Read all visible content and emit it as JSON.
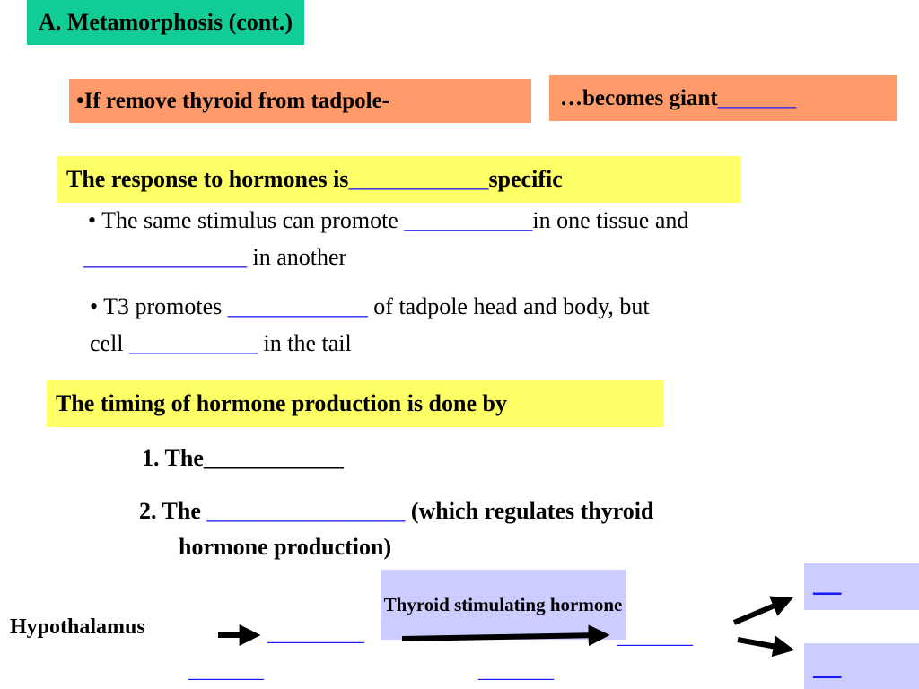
{
  "title": "A. Metamorphosis (cont.)",
  "thyroid_box": {
    "text": "•If remove thyroid from tadpole-"
  },
  "giant_box": {
    "text": "…becomes giant ",
    "blank": "_______"
  },
  "response_box": {
    "before": "The response to hormones is ",
    "blank": "____________",
    "after": " specific"
  },
  "bullet1": {
    "line1_before": "• The same stimulus can promote ",
    "line1_blank": "___________",
    "line1_after": "in one tissue and",
    "line2_blank": "______________",
    "line2_after": " in another"
  },
  "bullet2": {
    "line1_before": "• T3 promotes ",
    "line1_blank": "____________",
    "line1_after": " of tadpole head and body, but",
    "line2_before": "cell ",
    "line2_blank": "___________",
    "line2_after": " in the tail"
  },
  "timing_box": {
    "text": "The timing of hormone production is done by"
  },
  "item1": {
    "text": "1. The____________"
  },
  "item2": {
    "before": "2. The  ",
    "blank": "_________________",
    "after": " (which regulates thyroid",
    "line2": "hormone production)"
  },
  "diagram": {
    "tsh_label": "Thyroid stimulating hormone",
    "hypothalamus": "Hypothalamus",
    "blank_after_hypo": "_________",
    "blank_after_tsh": "_______",
    "blank_under_hypo": "_______",
    "blank_under_tsh": "_______",
    "top_right_blank": "___",
    "bottom_right_blank": "___"
  },
  "colors": {
    "title_bg": "#12cc96",
    "orange_bg": "#ff9b6b",
    "yellow_bg": "#ffff66",
    "lavender_bg": "#ccccff",
    "blank_color": "#1a1aff"
  }
}
